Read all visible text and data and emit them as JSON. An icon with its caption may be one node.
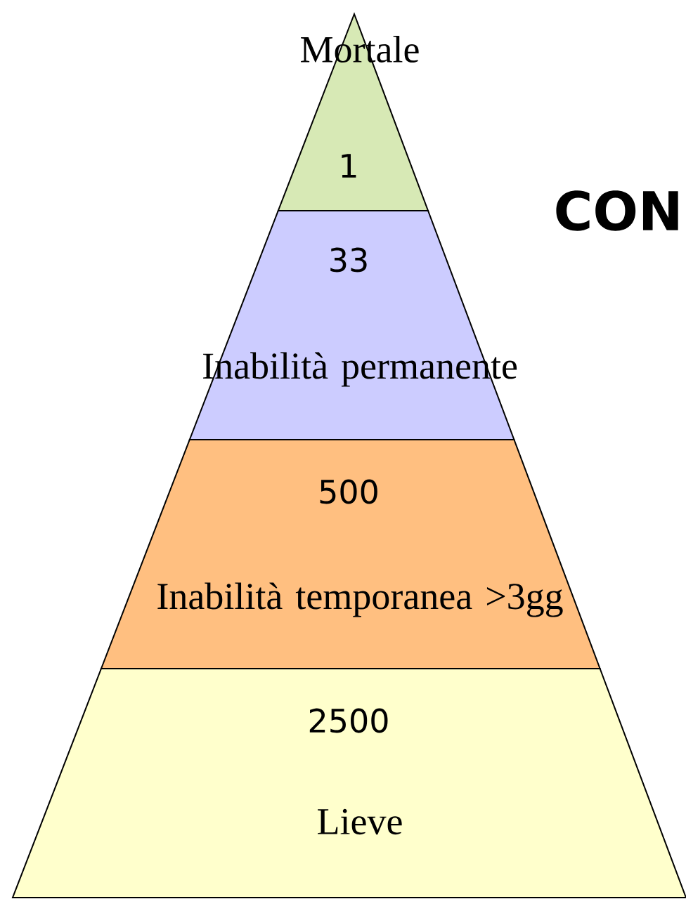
{
  "diagram": {
    "nodes": [
      {
        "text": [
          "Mortale",
          "1"
        ]
      },
      {
        "text": [
          "33",
          "Inabilità permanente"
        ]
      },
      {
        "text": [
          "500",
          "Inabilità temporanea >3gg"
        ]
      },
      {
        "text": [
          "2500",
          "Lieve"
        ]
      }
    ],
    "labels": [
      "CON"
    ]
  }
}
